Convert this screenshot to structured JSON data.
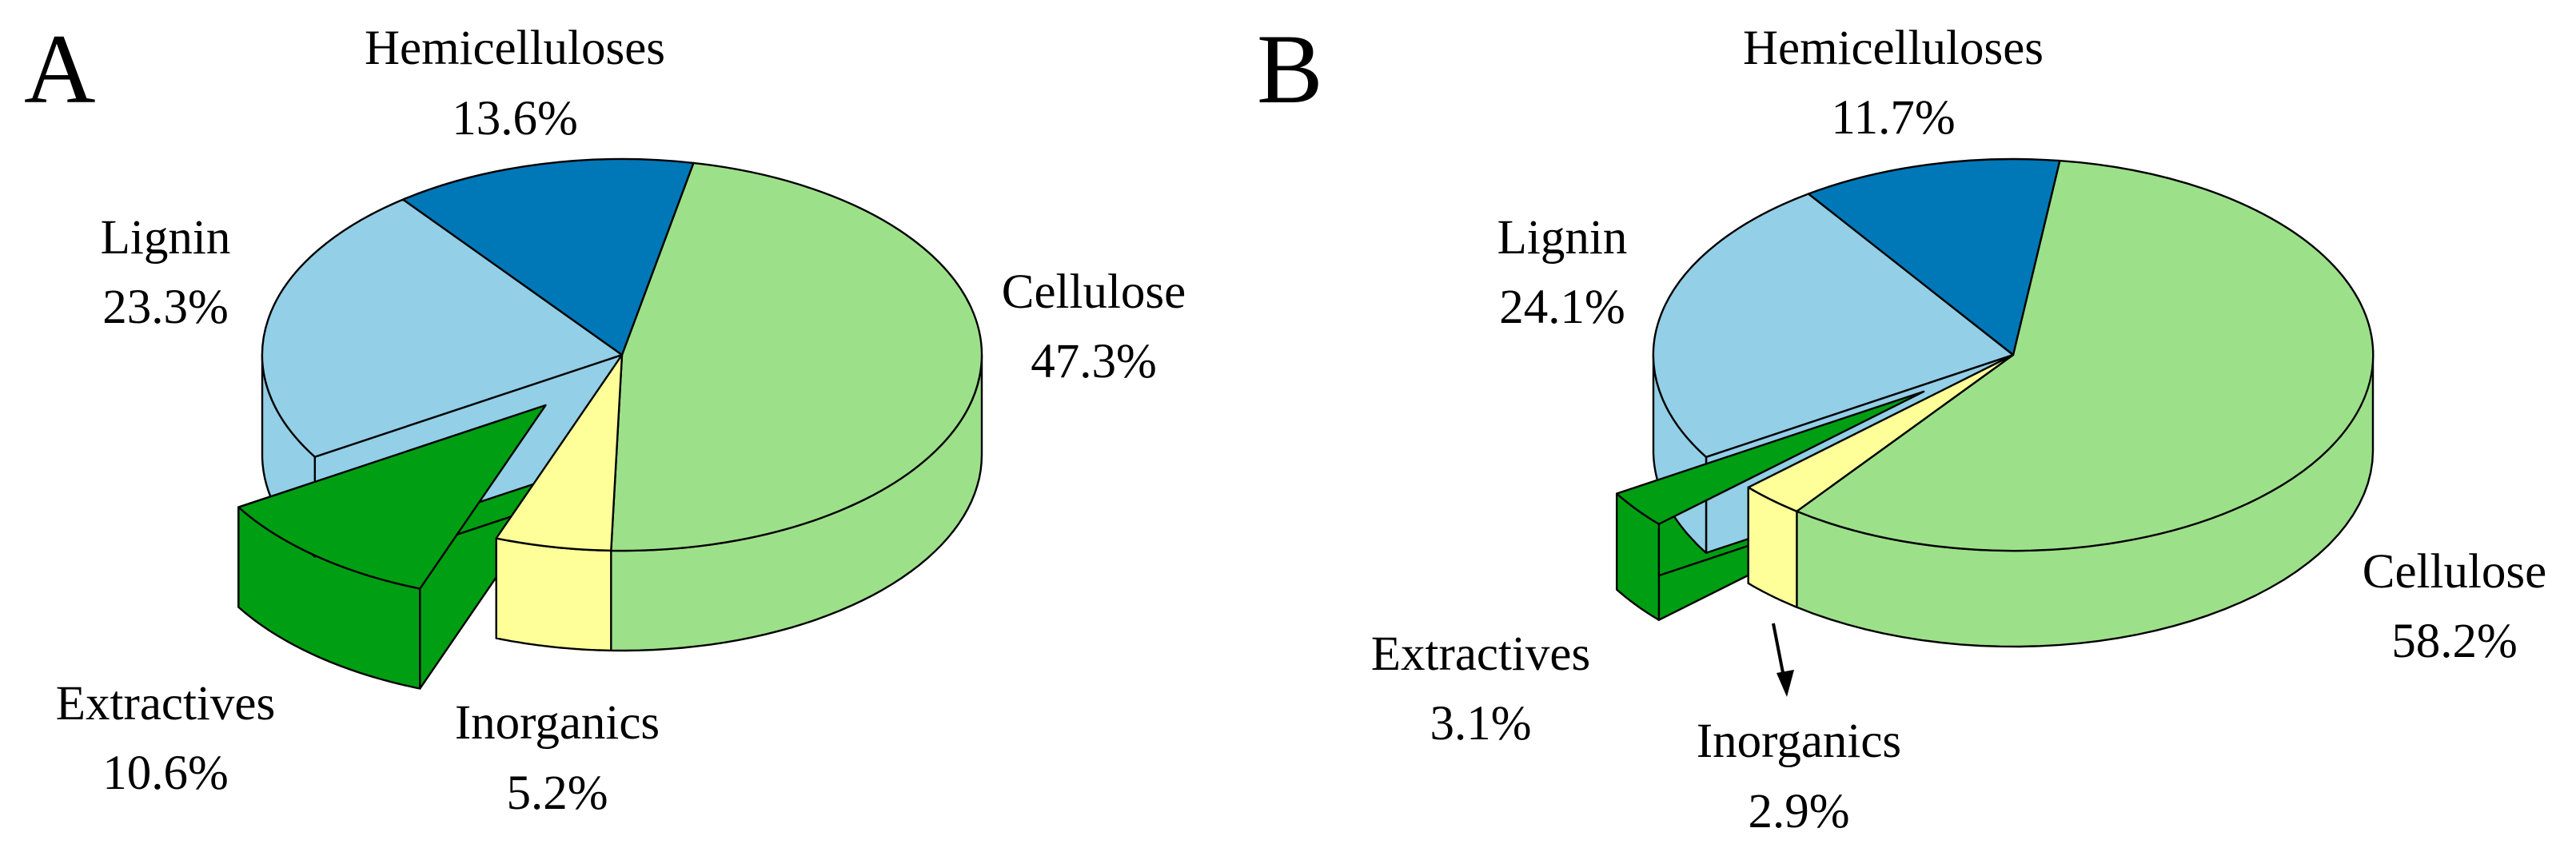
{
  "chart_data": [
    {
      "type": "pie",
      "panel_label": "A",
      "slices": [
        {
          "label": "Cellulose",
          "value": 47.3,
          "value_text": "47.3%",
          "color": "#9DE08A"
        },
        {
          "label": "Inorganics",
          "value": 5.2,
          "value_text": "5.2%",
          "color": "#FFFF99"
        },
        {
          "label": "Extractives",
          "value": 10.6,
          "value_text": "10.6%",
          "color": "#009E12",
          "exploded": true
        },
        {
          "label": "Lignin",
          "value": 23.3,
          "value_text": "23.3%",
          "color": "#93CFE6"
        },
        {
          "label": "Hemicelluloses",
          "value": 13.6,
          "value_text": "13.6%",
          "color": "#0077B7"
        }
      ]
    },
    {
      "type": "pie",
      "panel_label": "B",
      "slices": [
        {
          "label": "Cellulose",
          "value": 58.2,
          "value_text": "58.2%",
          "color": "#9DE08A"
        },
        {
          "label": "Inorganics",
          "value": 2.9,
          "value_text": "2.9%",
          "color": "#FFFF99"
        },
        {
          "label": "Extractives",
          "value": 3.1,
          "value_text": "3.1%",
          "color": "#009E12",
          "exploded": true
        },
        {
          "label": "Lignin",
          "value": 24.1,
          "value_text": "24.1%",
          "color": "#93CFE6"
        },
        {
          "label": "Hemicelluloses",
          "value": 11.7,
          "value_text": "11.7%",
          "color": "#0077B7"
        }
      ]
    }
  ]
}
